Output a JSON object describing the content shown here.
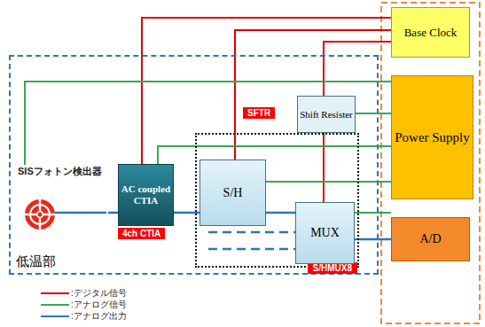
{
  "diagram": {
    "nodes": [
      {
        "text": [
          "低温部"
        ]
      },
      {
        "text": [
          "SISフォトン検出器"
        ],
        "in": 0
      },
      {
        "text": [
          "AC coupled CTIA"
        ],
        "in": 0
      },
      {
        "text": [
          "S/HMUX8"
        ],
        "in": 0
      },
      {
        "text": [
          "S/H"
        ],
        "in": 3
      },
      {
        "text": [
          "MUX"
        ],
        "in": 3
      },
      {
        "text": [
          "Shift Resister"
        ],
        "in": 0
      },
      {
        "text": [
          "Base Clock"
        ]
      },
      {
        "text": [
          "Power Supply"
        ]
      },
      {
        "text": [
          "A/D"
        ]
      }
    ],
    "edges": [
      {
        "from": 7,
        "to": 2,
        "arrow": "none"
      },
      {
        "from": 7,
        "to": 4,
        "arrow": "none"
      },
      {
        "from": 7,
        "to": 6,
        "arrow": "none"
      },
      {
        "from": 6,
        "to": 5,
        "arrow": "none"
      },
      {
        "from": 8,
        "to": 1,
        "arrow": "none"
      },
      {
        "from": 8,
        "to": 6,
        "arrow": "none"
      },
      {
        "from": 8,
        "to": 2,
        "arrow": "none"
      },
      {
        "from": 8,
        "to": 4,
        "arrow": "none"
      },
      {
        "from": 8,
        "to": 5,
        "arrow": "none"
      },
      {
        "from": 1,
        "to": 2,
        "arrow": "none"
      },
      {
        "from": 2,
        "to": 4,
        "arrow": "none"
      },
      {
        "from": 4,
        "to": 5,
        "arrow": "none"
      },
      {
        "from": 5,
        "to": 9,
        "arrow": "none"
      }
    ],
    "labels": [
      "4ch CTIA",
      "SFTR"
    ],
    "legend": [
      {
        "text": ":デジタル信号"
      },
      {
        "text": ":アナログ信号"
      },
      {
        "text": ":アナログ出力"
      }
    ]
  }
}
